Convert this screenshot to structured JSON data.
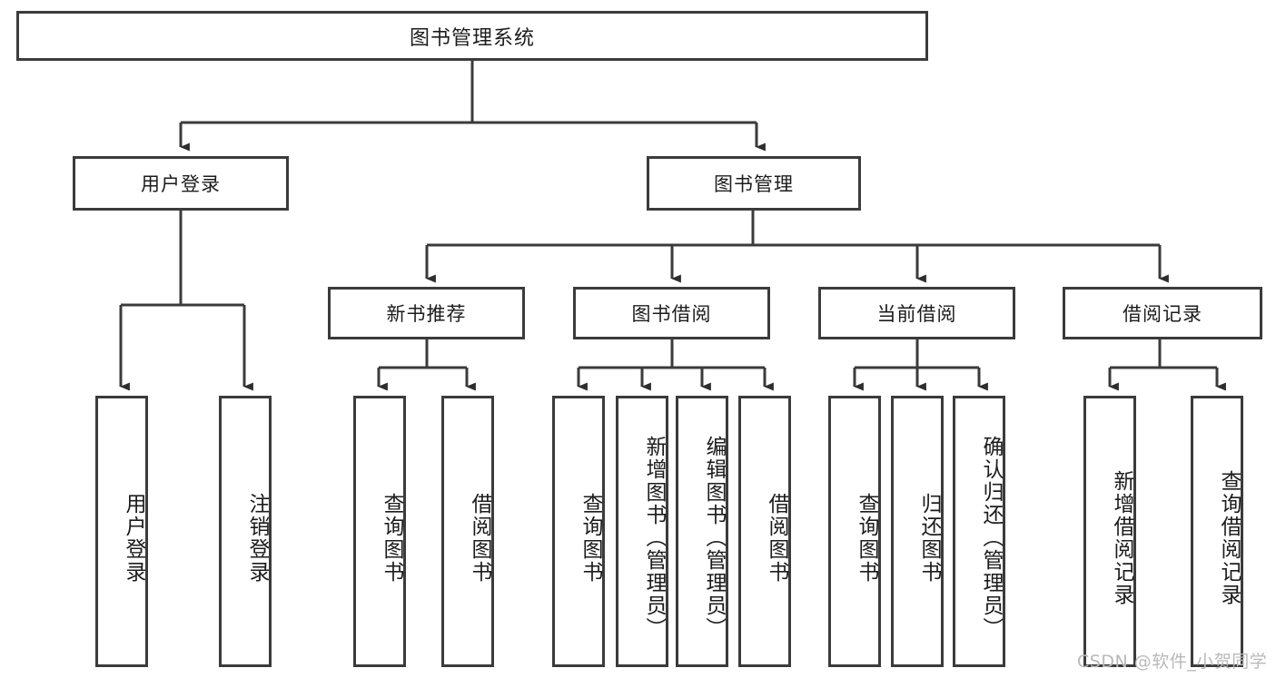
{
  "diagram": {
    "title": "图书管理系统",
    "type": "hierarchy-tree",
    "root": {
      "label": "图书管理系统"
    },
    "level1": [
      {
        "id": "user-login",
        "label": "用户登录"
      },
      {
        "id": "book-management",
        "label": "图书管理"
      }
    ],
    "level2": [
      {
        "id": "new-book-recommend",
        "label": "新书推荐",
        "parent": "book-management"
      },
      {
        "id": "book-borrow",
        "label": "图书借阅",
        "parent": "book-management"
      },
      {
        "id": "current-borrow",
        "label": "当前借阅",
        "parent": "book-management"
      },
      {
        "id": "borrow-record",
        "label": "借阅记录",
        "parent": "book-management"
      }
    ],
    "leaves": {
      "user_login": [
        {
          "label": "用户登录"
        },
        {
          "label": "注销登录"
        }
      ],
      "new_book_recommend": [
        {
          "label": "查询图书"
        },
        {
          "label": "借阅图书"
        }
      ],
      "book_borrow": [
        {
          "label": "查询图书"
        },
        {
          "label": "新增图书（管理员）"
        },
        {
          "label": "编辑图书（管理员）"
        },
        {
          "label": "借阅图书"
        }
      ],
      "current_borrow": [
        {
          "label": "查询图书"
        },
        {
          "label": "归还图书"
        },
        {
          "label": "确认归还（管理员）"
        }
      ],
      "borrow_record": [
        {
          "label": "新增借阅记录"
        },
        {
          "label": "查询借阅记录"
        }
      ]
    }
  },
  "watermark": {
    "text": "CSDN @软件_小贺同学"
  },
  "colors": {
    "stroke": "#3b3b3b",
    "background": "#ffffff",
    "text": "#1c1c1c",
    "watermark": "#b9b9b9"
  }
}
